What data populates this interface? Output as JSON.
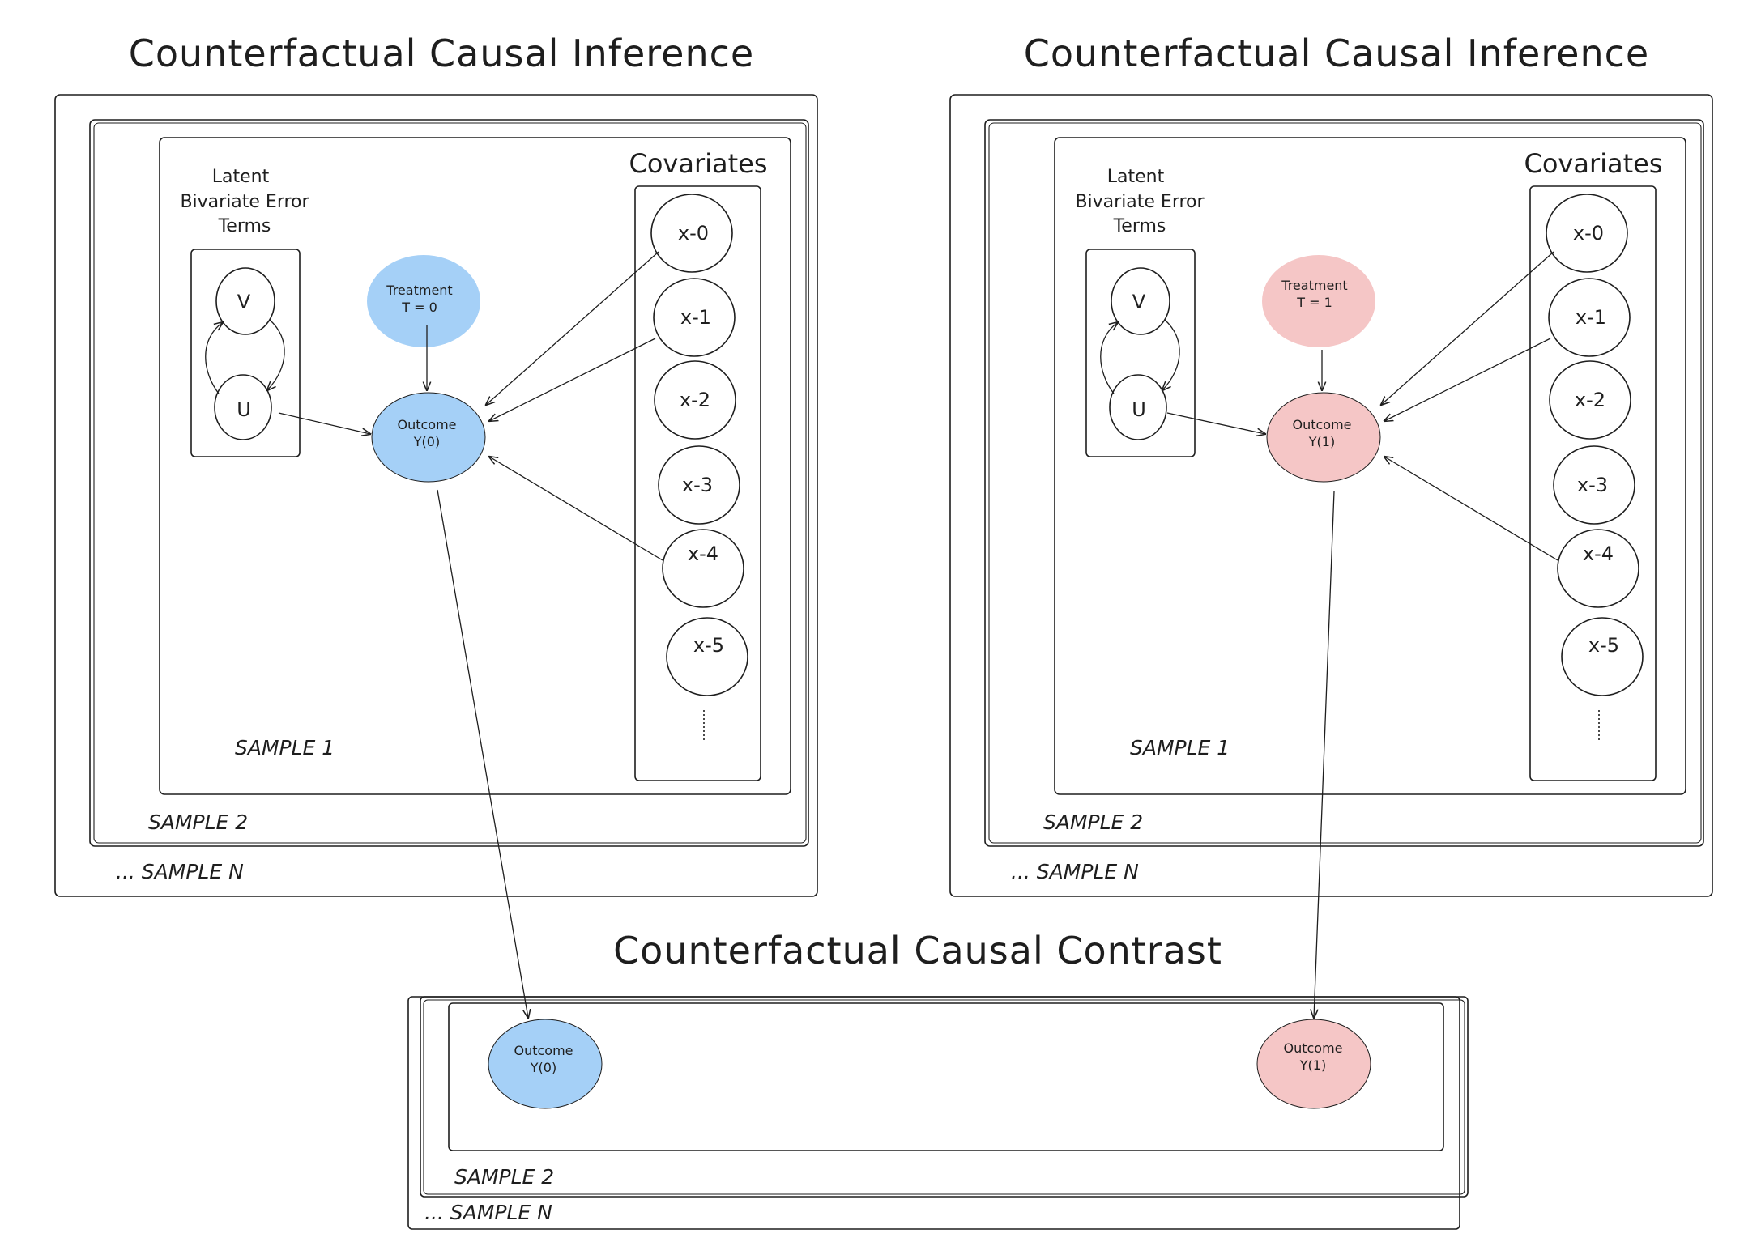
{
  "titles": {
    "left": "Counterfactual Causal Inference",
    "right": "Counterfactual Causal Inference",
    "bottom": "Counterfactual Causal Contrast"
  },
  "panels": {
    "left": {
      "latent_label": [
        "Latent",
        "Bivariate Error",
        "Terms"
      ],
      "covariates_label": "Covariates",
      "latent_nodes": [
        "V",
        "U"
      ],
      "treatment": [
        "Treatment",
        "T = 0"
      ],
      "outcome": [
        "Outcome",
        "Y(0)"
      ],
      "covariates": [
        "x-0",
        "x-1",
        "x-2",
        "x-3",
        "x-4",
        "x-5"
      ],
      "samples": [
        "SAMPLE 1",
        "SAMPLE 2",
        "... SAMPLE N"
      ],
      "color": "#a5d0f7"
    },
    "right": {
      "latent_label": [
        "Latent",
        "Bivariate Error",
        "Terms"
      ],
      "covariates_label": "Covariates",
      "latent_nodes": [
        "V",
        "U"
      ],
      "treatment": [
        "Treatment",
        "T = 1"
      ],
      "outcome": [
        "Outcome",
        "Y(1)"
      ],
      "covariates": [
        "x-0",
        "x-1",
        "x-2",
        "x-3",
        "x-4",
        "x-5"
      ],
      "samples": [
        "SAMPLE 1",
        "SAMPLE 2",
        "... SAMPLE N"
      ],
      "color": "#f5c6c6"
    }
  },
  "contrast": {
    "outcome_left": [
      "Outcome",
      "Y(0)"
    ],
    "outcome_right": [
      "Outcome",
      "Y(1)"
    ],
    "samples": [
      "SAMPLE 2",
      "... SAMPLE N"
    ]
  }
}
